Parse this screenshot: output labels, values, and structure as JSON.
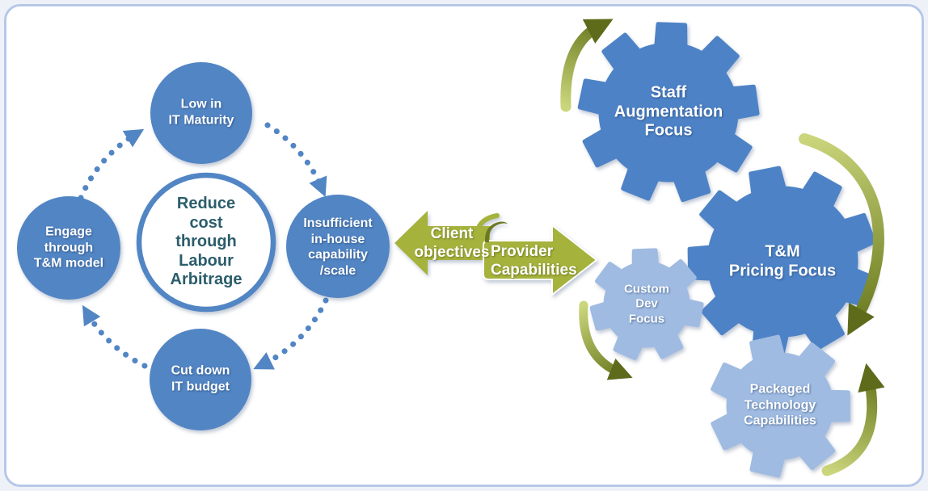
{
  "cycle": {
    "center": {
      "label": "Reduce\ncost\nthrough\nLabour\nArbitrage"
    },
    "nodes": [
      {
        "id": "low-it-maturity",
        "label": "Low in\nIT Maturity"
      },
      {
        "id": "insufficient-capability",
        "label": "Insufficient\nin-house\ncapability\n/scale"
      },
      {
        "id": "cut-down-it-budget",
        "label": "Cut down\nIT budget"
      },
      {
        "id": "engage-tm-model",
        "label": "Engage\nthrough\nT&M model"
      }
    ]
  },
  "bridge": {
    "client_label": "Client\nobjectives",
    "provider_label": "Provider\nCapabilities"
  },
  "gears": [
    {
      "id": "staff-augmentation",
      "label": "Staff\nAugmentation\nFocus"
    },
    {
      "id": "tm-pricing",
      "label": "T&M\nPricing Focus"
    },
    {
      "id": "custom-dev",
      "label": "Custom\nDev\nFocus"
    },
    {
      "id": "packaged-technology",
      "label": "Packaged\nTechnology\nCapabilities"
    }
  ],
  "colors": {
    "node_blue": "#5285c4",
    "gear_blue": "#4d82c6",
    "gear_light_blue": "#9fbbe2",
    "arrow_green": "#a5b23c",
    "arrow_dark_green": "#5d6b1b",
    "center_text": "#2b5d6b",
    "frame_border": "#b6c8e8",
    "background": "#ffffff"
  }
}
